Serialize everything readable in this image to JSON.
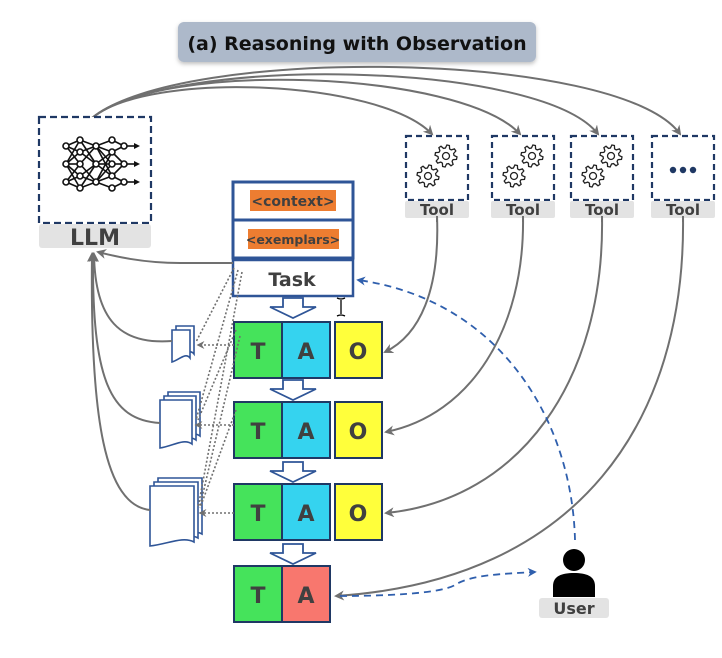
{
  "title": "(a) Reasoning with Observation",
  "llm": {
    "label": "LLM",
    "icon": "neural-network-icon"
  },
  "tools": [
    {
      "label": "Tool",
      "icon": "gears-icon"
    },
    {
      "label": "Tool",
      "icon": "gears-icon"
    },
    {
      "label": "Tool",
      "icon": "gears-icon"
    },
    {
      "label": "Tool",
      "icon": "ellipsis-icon"
    }
  ],
  "prompt": {
    "context": "<context>",
    "exemplars": "<exemplars>",
    "task": "Task"
  },
  "steps": [
    {
      "thought": "T",
      "action": "A",
      "observation": "O",
      "final": false
    },
    {
      "thought": "T",
      "action": "A",
      "observation": "O",
      "final": false
    },
    {
      "thought": "T",
      "action": "A",
      "observation": "O",
      "final": false
    },
    {
      "thought": "T",
      "action": "A",
      "observation": null,
      "final": true
    }
  ],
  "user": {
    "label": "User",
    "icon": "user-icon"
  },
  "colors": {
    "title_bg": "#adb9ca",
    "dashed_border": "#1f3864",
    "label_bg": "#e3e3e3",
    "box_border": "#2f5597",
    "tag_bg": "#ed7d31",
    "thought": "#45e35b",
    "action": "#35d3ef",
    "observation": "#ffff3b",
    "final_action": "#f8776e",
    "arrow_gray": "#707070",
    "user_dashed": "#2f5fad",
    "text_dark": "#404040"
  }
}
